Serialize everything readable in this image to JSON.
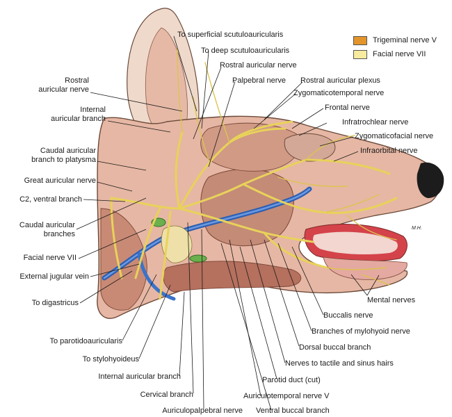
{
  "legend": {
    "trigeminal": {
      "label": "Trigeminal nerve V",
      "color": "#e3952b"
    },
    "facial": {
      "label": "Facial nerve VII",
      "color": "#f7eba0"
    }
  },
  "colors": {
    "skin": "#e9c7b6",
    "muscle": "#c98f7c",
    "muscle_dark": "#a9614f",
    "nerve": "#e8d25a",
    "vein": "#3a73c9",
    "gland": "#6ab04c",
    "nose": "#1c1c1c",
    "gum": "#d4434a"
  },
  "labels": {
    "top": {
      "superficial_scutuloauricularis": "To superficial scutuloauricularis",
      "deep_scutuloauricularis": "To deep scutuloauricularis",
      "rostral_auricular_nerve": "Rostral auricular nerve",
      "palpebral_nerve": "Palpebral nerve",
      "rostral_auricular_plexus": "Rostral auricular plexus",
      "zygomaticotemporal_nerve": "Zygomaticotemporal nerve",
      "frontal_nerve": "Frontal nerve",
      "infratrochlear_nerve": "Infratrochlear nerve",
      "zygomaticofacial_nerve": "Zygomaticofacial nerve",
      "infraorbital_nerve": "Infraorbital nerve"
    },
    "left": {
      "rostral_auricular_nerve_1": "Rostral",
      "rostral_auricular_nerve_2": "auricular nerve",
      "internal_auricular_branch_1": "Internal",
      "internal_auricular_branch_2": "auricular branch",
      "caudal_auricular_platysma_1": "Caudal auricular",
      "caudal_auricular_platysma_2": "branch to platysma",
      "great_auricular_nerve": "Great auricular nerve",
      "c2_ventral_branch": "C2, ventral branch",
      "caudal_auricular_branches_1": "Caudal auricular",
      "caudal_auricular_branches_2": "branches",
      "facial_nerve_vii": "Facial nerve VII",
      "external_jugular_vein": "External jugular vein",
      "to_digastricus": "To digastricus"
    },
    "bottom": {
      "to_parotidoauricularis": "To parotidoauricularis",
      "to_stylohyoideus": "To stylohyoideus",
      "internal_auricular_branch": "Internal auricular branch",
      "cervical_branch": "Cervical branch",
      "auriculopalpebral_nerve": "Auriculopalpebral nerve",
      "ventral_buccal_branch": "Ventral buccal branch",
      "auriculotemporal_nerve_v": "Auriculotemporal nerve V",
      "parotid_duct_cut": "Parotid duct (cut)",
      "nerves_tactile_sinus_hairs": "Nerves to tactile and sinus hairs",
      "dorsal_buccal_branch": "Dorsal buccal branch",
      "branches_mylohyoid_nerve": "Branches of mylohyoid nerve",
      "buccalis_nerve": "Buccalis nerve",
      "mental_nerves": "Mental nerves"
    },
    "artist_mark": "M.H."
  }
}
